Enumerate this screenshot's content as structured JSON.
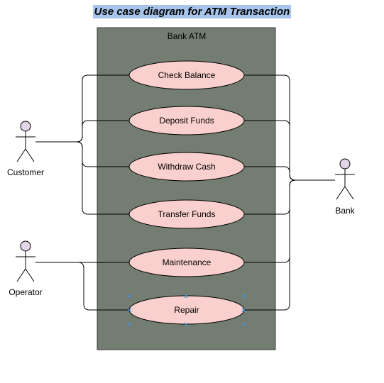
{
  "title": "Use case diagram for ATM Transaction",
  "system": {
    "label": "Bank ATM",
    "fill": "#737d72",
    "stroke": "#3a3a3a"
  },
  "use_cases": [
    {
      "label": "Check Balance"
    },
    {
      "label": "Deposit Funds"
    },
    {
      "label": "Withdraw Cash"
    },
    {
      "label": "Transfer Funds"
    },
    {
      "label": "Maintenance"
    },
    {
      "label": "Repair"
    }
  ],
  "actors": {
    "customer": {
      "label": "Customer"
    },
    "operator": {
      "label": "Operator"
    },
    "bank": {
      "label": "Bank"
    }
  },
  "colors": {
    "use_case_fill": "#f9d0cd",
    "actor_head_fill": "#e1d5e7",
    "title_highlight": "#a7c5ea",
    "selection_handle": "#4a90d9"
  }
}
